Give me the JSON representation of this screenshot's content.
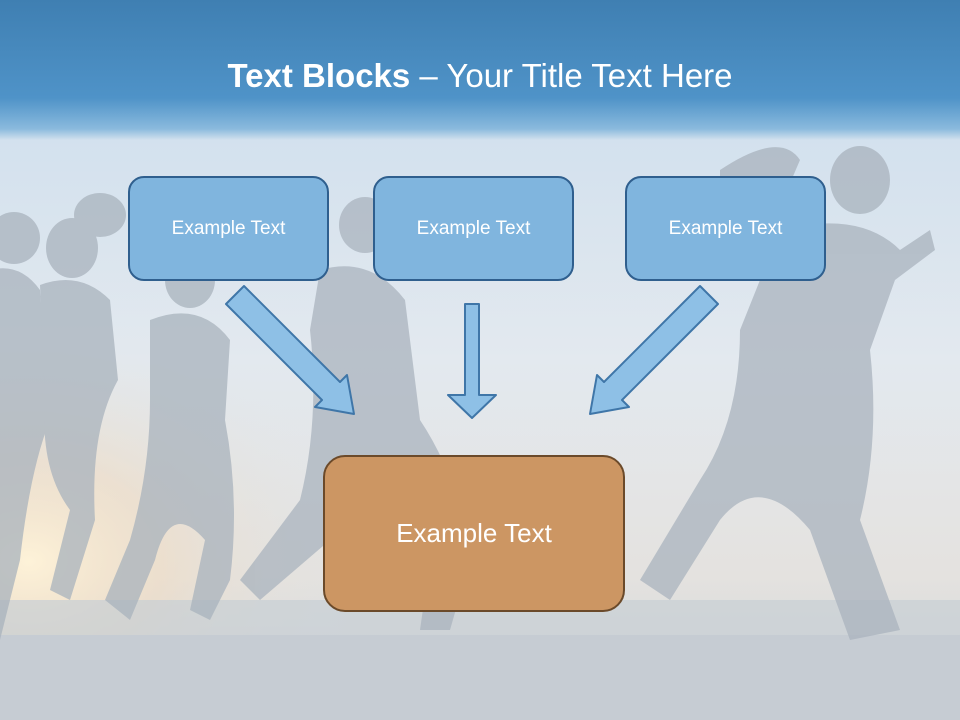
{
  "title": {
    "bold": "Text Blocks",
    "dash": " – ",
    "rest": "Your Title Text Here"
  },
  "blocks": [
    {
      "label": "Example Text"
    },
    {
      "label": "Example Text"
    },
    {
      "label": "Example Text"
    }
  ],
  "result": {
    "label": "Example Text"
  },
  "colors": {
    "title_band": "#4f93c8",
    "block_fill": "#80b5de",
    "block_border": "#2f5f8e",
    "result_fill": "#cc9663",
    "result_border": "#6b4a2a",
    "arrow_fill": "#8ec0e6",
    "arrow_stroke": "#3f76a8"
  }
}
